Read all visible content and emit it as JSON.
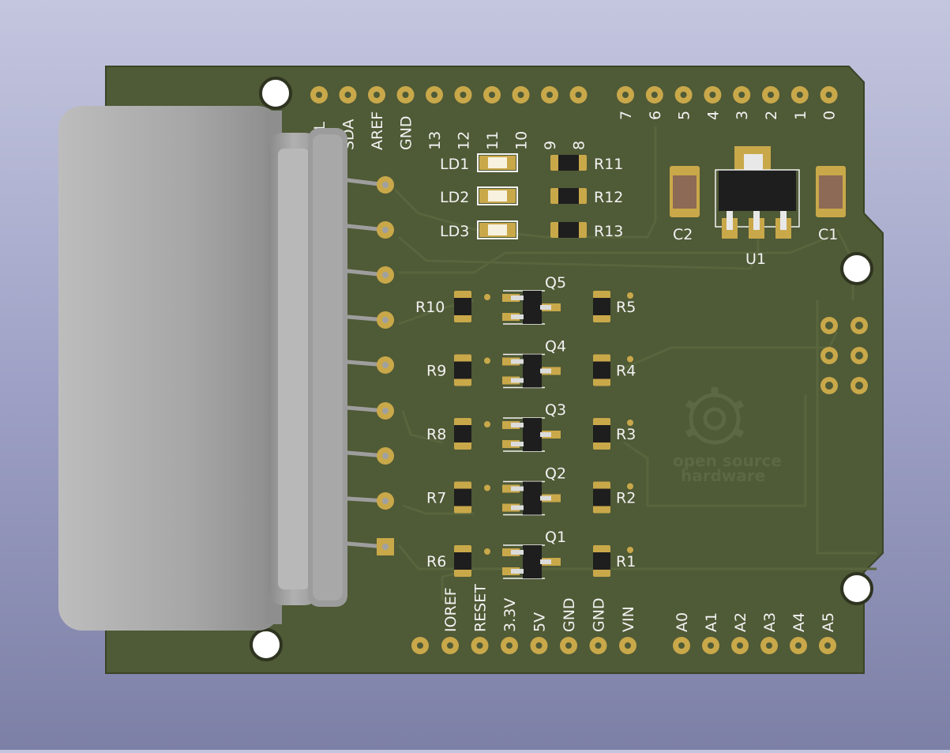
{
  "scene": {
    "board_color": "#4f5a36",
    "silk_color": "#f2f2f2",
    "pad_color": "#c9a84a",
    "connector_color": "#a9a9a9"
  },
  "header_digital": {
    "left_labels": [
      "SCL",
      "SDA",
      "AREF",
      "GND",
      "13",
      "12",
      "11",
      "10",
      "9",
      "8"
    ],
    "right_labels": [
      "7",
      "6",
      "5",
      "4",
      "3",
      "2",
      "1",
      "0"
    ]
  },
  "header_bottom": {
    "power_labels": [
      "IOREF",
      "RESET",
      "3.3V",
      "5V",
      "GND",
      "GND",
      "VIN"
    ],
    "analog_labels": [
      "A0",
      "A1",
      "A2",
      "A3",
      "A4",
      "A5"
    ]
  },
  "components": {
    "leds": [
      "LD1",
      "LD2",
      "LD3"
    ],
    "led_resistors": [
      "R11",
      "R12",
      "R13"
    ],
    "regulator": "U1",
    "capacitors": [
      "C2",
      "C1"
    ],
    "channels": [
      {
        "left": "R10",
        "q": "Q5",
        "right": "R5"
      },
      {
        "left": "R9",
        "q": "Q4",
        "right": "R4"
      },
      {
        "left": "R8",
        "q": "Q3",
        "right": "R3"
      },
      {
        "left": "R7",
        "q": "Q2",
        "right": "R2"
      },
      {
        "left": "R6",
        "q": "Q1",
        "right": "R1"
      }
    ]
  },
  "logo": {
    "line1": "open source",
    "line2": "hardware"
  }
}
